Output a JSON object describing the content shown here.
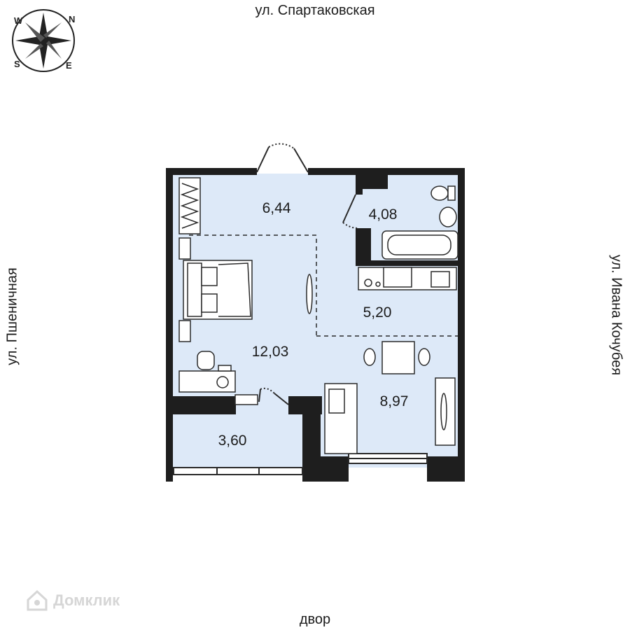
{
  "streets": {
    "top": "ул. Спартаковская",
    "bottom": "двор",
    "left": "ул. Пшеничная",
    "right": "ул. Ивана Кочубея"
  },
  "compass": {
    "n": "N",
    "e": "E",
    "s": "S",
    "w": "W"
  },
  "rooms": [
    {
      "id": "hallway",
      "area": "6,44"
    },
    {
      "id": "bathroom",
      "area": "4,08"
    },
    {
      "id": "bedroom",
      "area": "12,03"
    },
    {
      "id": "kitchen",
      "area": "5,20"
    },
    {
      "id": "living",
      "area": "8,97"
    },
    {
      "id": "balcony",
      "area": "3,60"
    }
  ],
  "watermark": "Домклик",
  "colors": {
    "floor": "#dde9f8",
    "wall": "#1e1e1e",
    "line": "#2a2a2a"
  }
}
